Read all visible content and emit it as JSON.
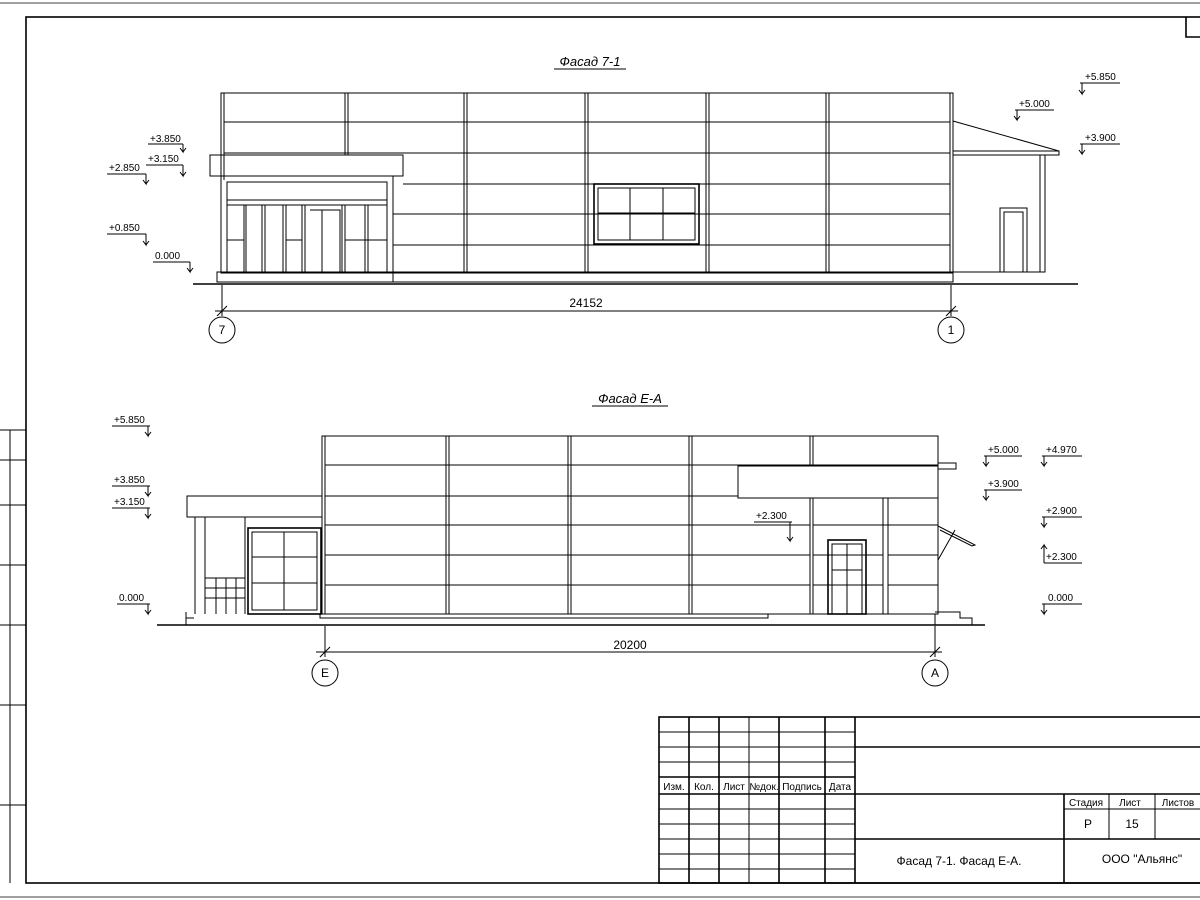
{
  "facade_top": {
    "title": "Фасад 7-1",
    "dimension": "24152",
    "axis_left": "7",
    "axis_right": "1",
    "levels_left": [
      "+3.850",
      "+3.150",
      "+2.850",
      "+0.850",
      "0.000"
    ],
    "levels_right": [
      "+5.850",
      "+5.000",
      "+3.900"
    ]
  },
  "facade_bottom": {
    "title": "Фасад Е-А",
    "dimension": "20200",
    "axis_left": "Е",
    "axis_right": "А",
    "levels_left": [
      "+5.850",
      "+3.850",
      "+3.150",
      "0.000"
    ],
    "level_mid": "+2.300",
    "levels_right": [
      "+5.000",
      "+4.970",
      "+3.900",
      "+2.900",
      "+2.300",
      "0.000"
    ]
  },
  "title_block": {
    "headers": [
      "Изм.",
      "Кол.",
      "Лист",
      "№док.",
      "Подпись",
      "Дата"
    ],
    "stage_label": "Стадия",
    "sheet_label": "Лист",
    "sheets_label": "Листов",
    "stage_value": "Р",
    "sheet_value": "15",
    "drawing_name": "Фасад 7-1. Фасад Е-А.",
    "company": "ООО \"Альянс\""
  }
}
